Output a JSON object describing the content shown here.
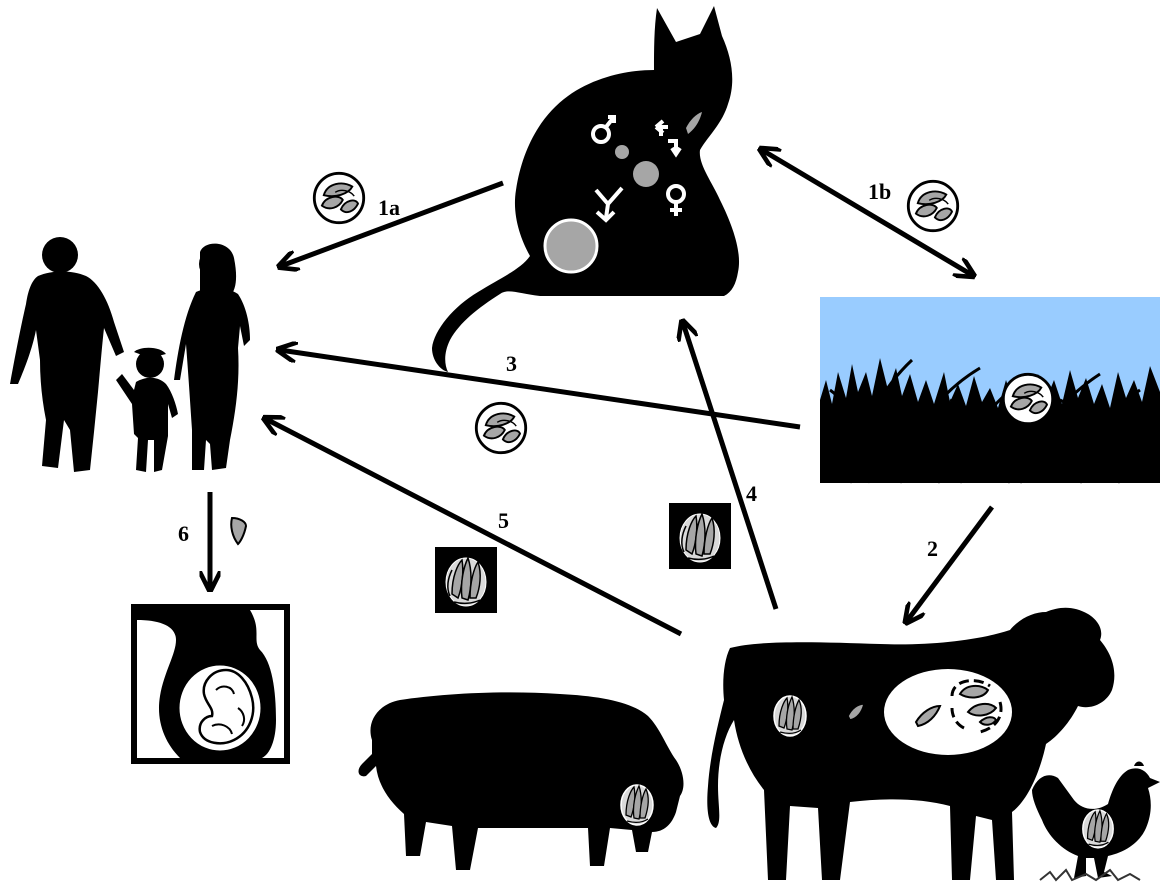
{
  "diagram": {
    "arrows": [
      {
        "id": "1a",
        "label": "1a"
      },
      {
        "id": "1b",
        "label": "1b"
      },
      {
        "id": "2",
        "label": "2"
      },
      {
        "id": "3",
        "label": "3"
      },
      {
        "id": "4",
        "label": "4"
      },
      {
        "id": "5",
        "label": "5"
      },
      {
        "id": "6",
        "label": "6"
      }
    ]
  },
  "colors": {
    "silhouette": "#000000",
    "sky": "#99ccff",
    "parasite_grey": "#a6a6a6",
    "white": "#ffffff"
  }
}
